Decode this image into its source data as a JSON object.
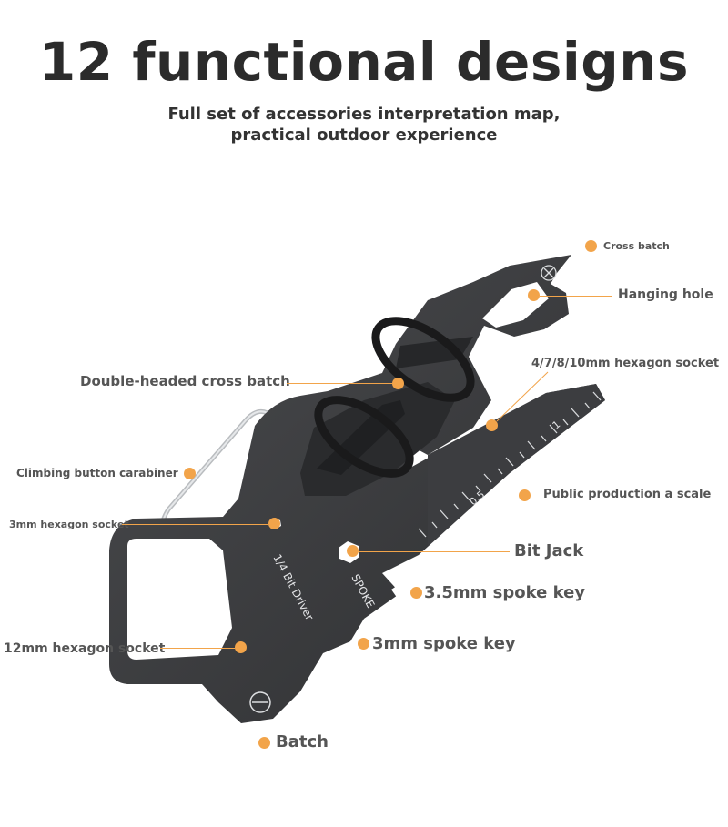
{
  "header": {
    "title": "12 functional designs",
    "subtitle_line1": "Full set of accessories interpretation map,",
    "subtitle_line2": "practical outdoor experience"
  },
  "engraving": {
    "driver": "1/4 Bit Driver",
    "spoke": "SPOKE",
    "scale_half": "0.5",
    "scale_one": "1"
  },
  "labels": {
    "cross_batch": "Cross batch",
    "hanging_hole": "Hanging hole",
    "hexagon_socket_multi": "4/7/8/10mm hexagon socket",
    "double_headed": "Double-headed cross batch",
    "carabiner": "Climbing button carabiner",
    "public_scale": "Public production a scale",
    "hex3": "3mm hexagon socket",
    "bit_jack": "Bit Jack",
    "spoke35": "3.5mm spoke key",
    "spoke3": "3mm spoke key",
    "hex12": "12mm hexagon socket",
    "batch": "Batch"
  },
  "colors": {
    "accent": "#f2a44a",
    "tool_body": "#3a3b3d",
    "title": "#2b2b2b"
  }
}
